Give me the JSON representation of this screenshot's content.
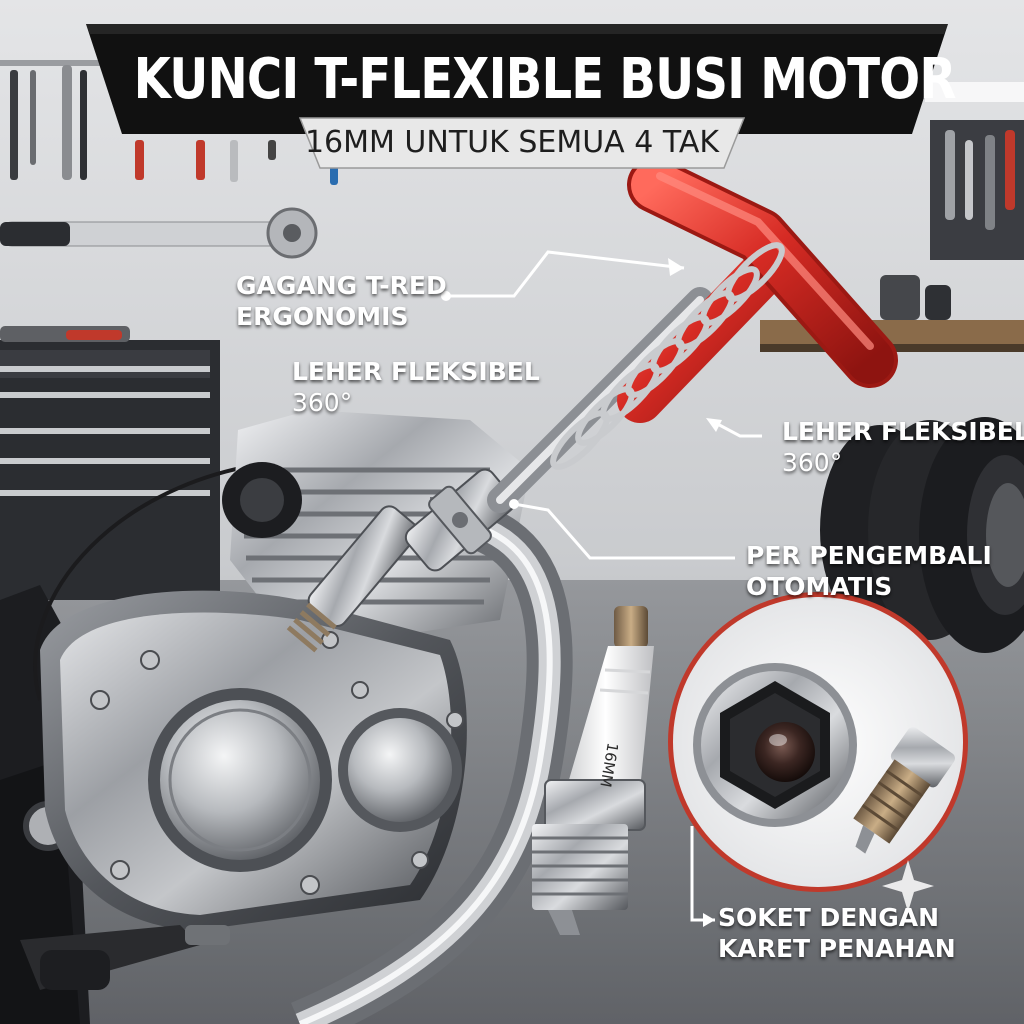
{
  "title": "KUNCI T-FLEXIBLE BUSI MOTOR",
  "subtitle": "16MM UNTUK SEMUA 4 TAK",
  "callouts": {
    "handle": {
      "line1": "GAGANG T-RED",
      "line2": "ERGONOMIS"
    },
    "neck_left": {
      "line1": "LEHER FLEKSIBEL",
      "line2": "360°"
    },
    "neck_right": {
      "line1": "LEHER FLEKSIBEL",
      "line2": "360°"
    },
    "spring": {
      "line1": "PER PENGEMBALI",
      "line2": "OTOMATIS"
    },
    "socket": {
      "line1": "SOKET DENGAN",
      "line2": "KARET PENAHAN"
    }
  },
  "spark_plug_label": "16MM",
  "colors": {
    "title_banner": "#111111",
    "subtitle_banner": "#e8e8e8",
    "handle_red": "#d62b24",
    "callout_text": "#ffffff"
  },
  "icons": [
    "sparkle-icon"
  ]
}
